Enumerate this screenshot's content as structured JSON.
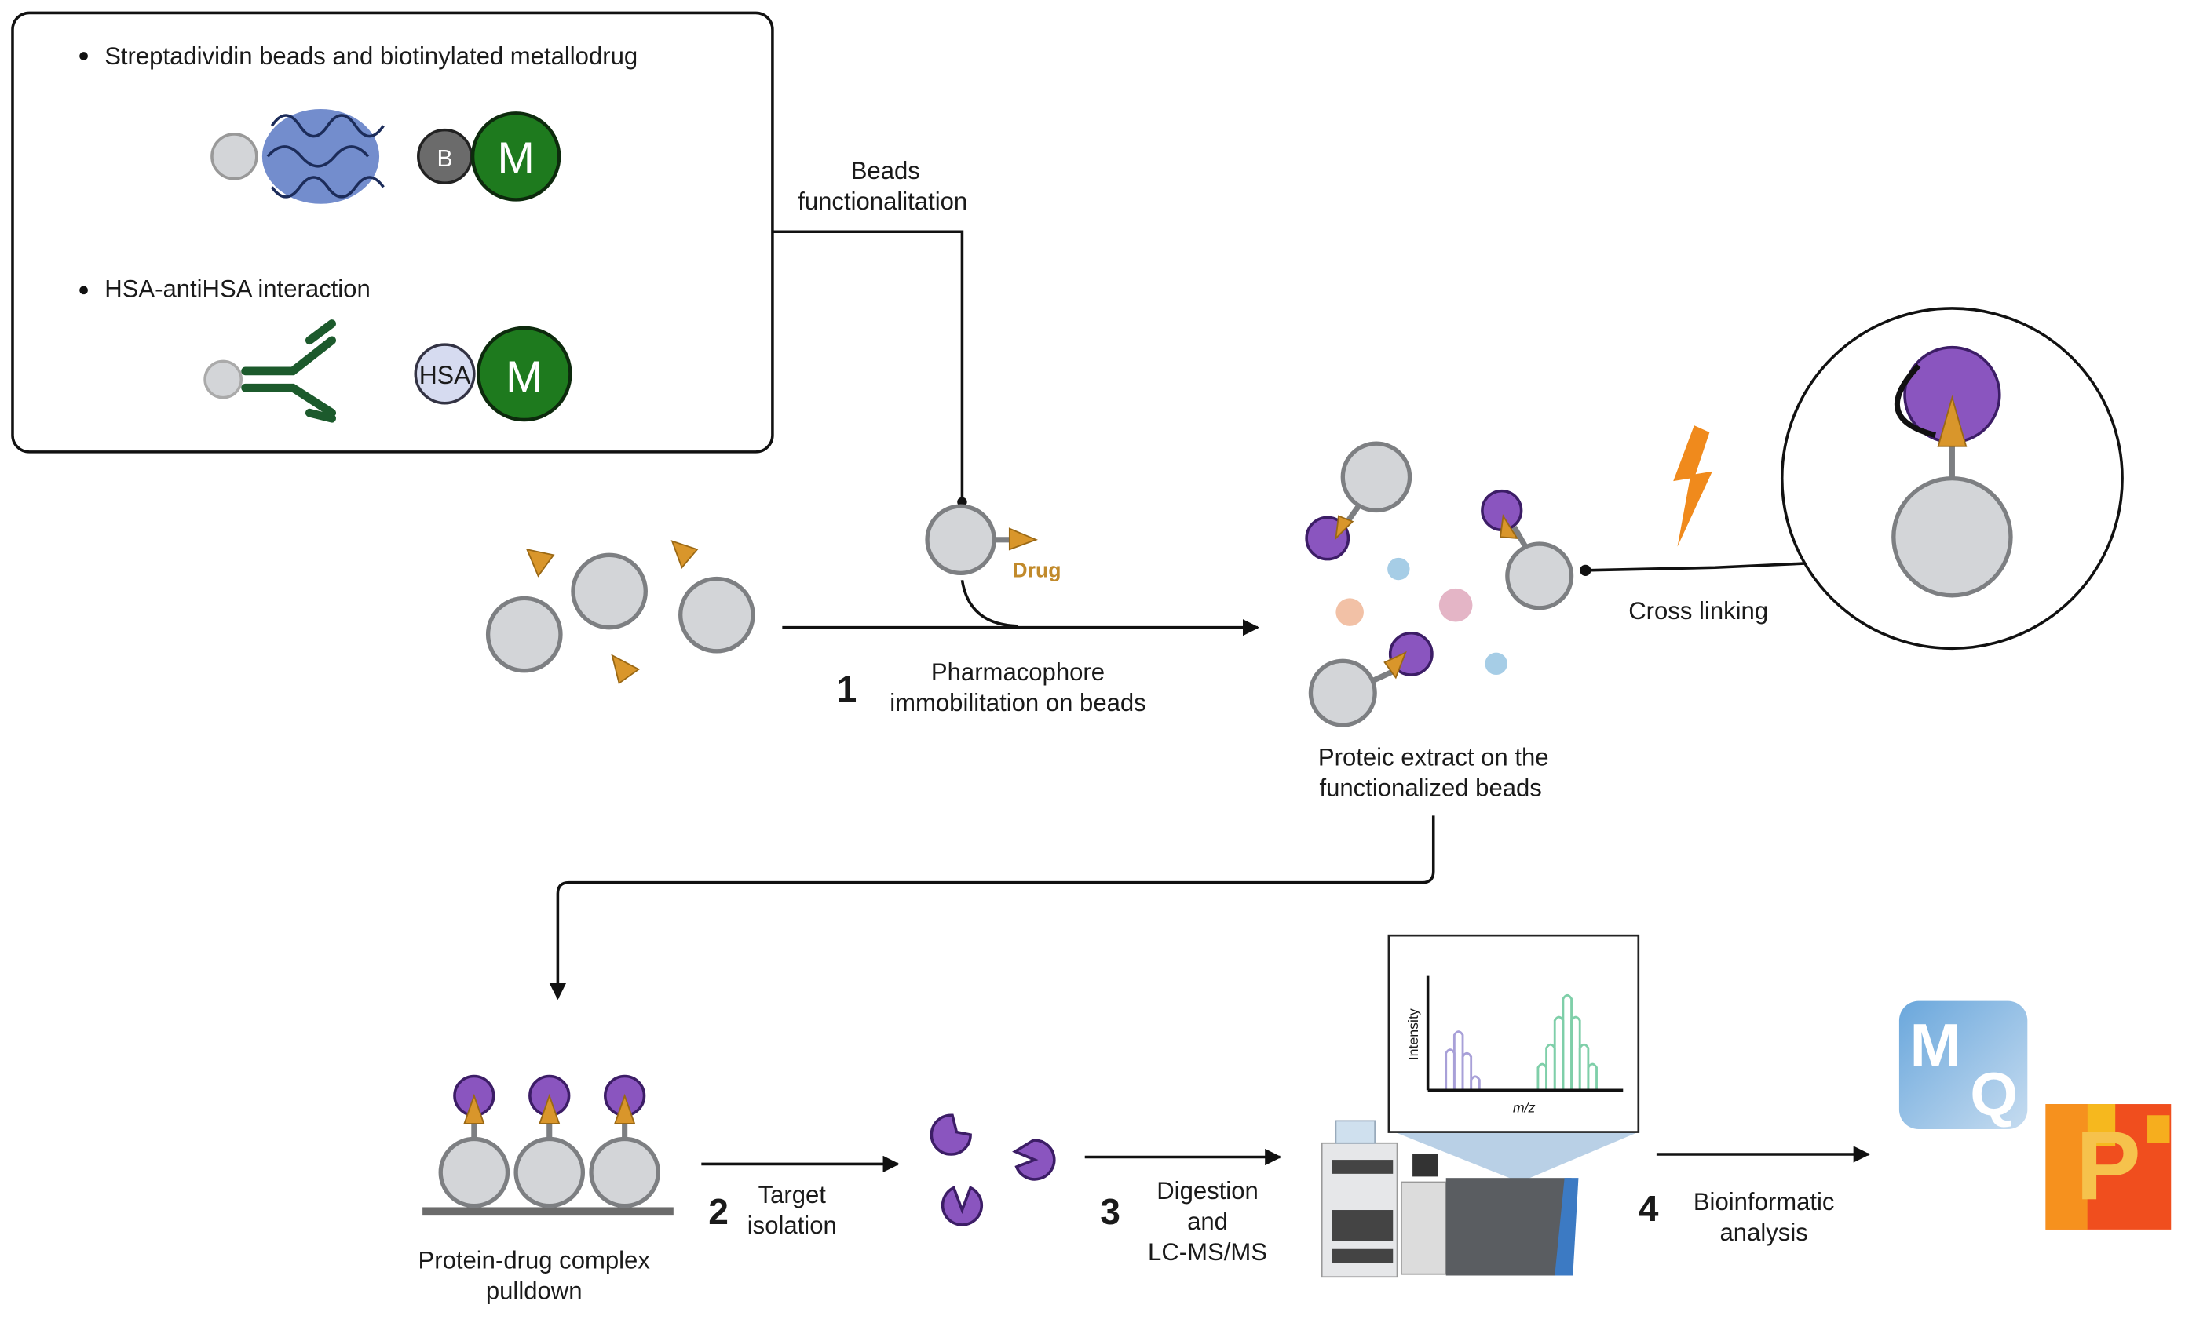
{
  "panel": {
    "bullet1": "Streptadividin beads and biotinylated metallodrug",
    "bullet2": "HSA-antiHSA interaction",
    "biotin_label": "B",
    "metal_label": "M",
    "hsa_label": "HSA",
    "metal_label_2": "M"
  },
  "labels": {
    "beads_functionalitation_1": "Beads",
    "beads_functionalitation_2": "functionalitation",
    "drug": "Drug",
    "step1_number": "1",
    "step1_line1": "Pharmacophore",
    "step1_line2": "immobilitation on beads",
    "cross_linking": "Cross linking",
    "proteic_1": "Proteic extract on the",
    "proteic_2": "functionalized beads",
    "pulldown_1": "Protein-drug complex",
    "pulldown_2": "pulldown",
    "step2_number": "2",
    "step2_line1": "Target",
    "step2_line2": "isolation",
    "step3_number": "3",
    "step3_line1": "Digestion",
    "step3_line2": "and",
    "step3_line3": "LC-MS/MS",
    "step4_number": "4",
    "step4_line1": "Bioinformatic",
    "step4_line2": "analysis"
  },
  "spectrum": {
    "ylabel": "Intensity",
    "xlabel": "m/z",
    "colors": {
      "group1": "#a8a0d8",
      "group2": "#7fcfa9"
    },
    "group1_relative_heights": [
      0.55,
      0.8,
      0.5,
      0.18
    ],
    "group2_relative_heights": [
      0.35,
      0.62,
      1.0,
      1.3,
      1.0,
      0.62,
      0.35
    ]
  },
  "logos": {
    "mq_text_1": "M",
    "mq_text_2": "Q",
    "perseus_text": "P"
  },
  "colors": {
    "bead": "#d3d5d8",
    "drug": "#d9962b",
    "protein": "#8a55bf",
    "metal": "#1e7a1e",
    "lightning": "#f08a1c"
  }
}
